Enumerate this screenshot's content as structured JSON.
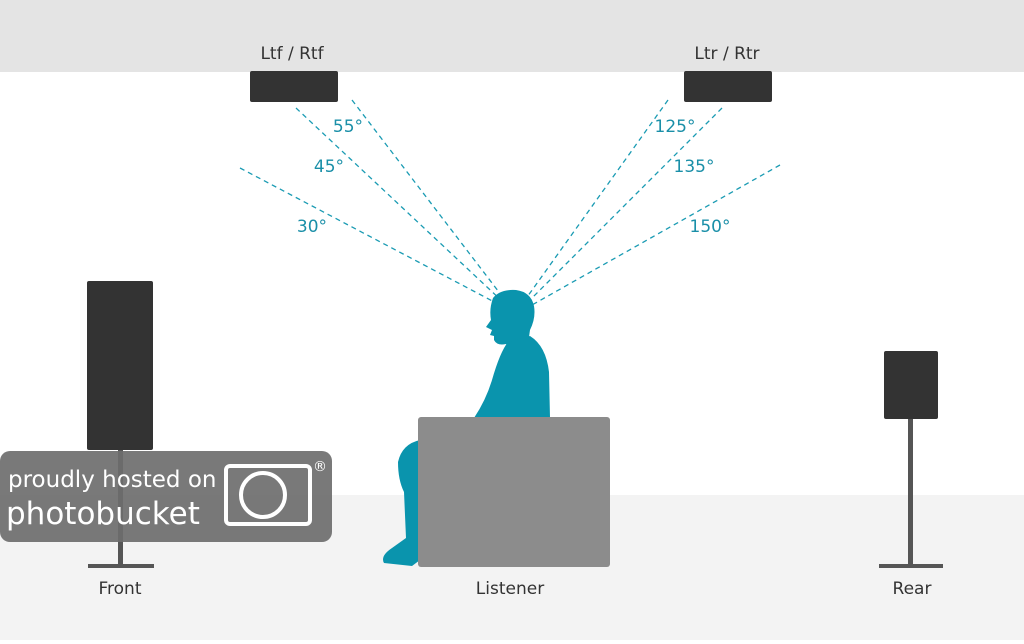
{
  "speakers": {
    "top_front_label": "Ltf / Rtf",
    "top_rear_label": "Ltr / Rtr",
    "front_label": "Front",
    "rear_label": "Rear"
  },
  "listener": {
    "label": "Listener"
  },
  "angles": {
    "front": [
      "55°",
      "45°",
      "30°"
    ],
    "rear": [
      "125°",
      "135°",
      "150°"
    ]
  },
  "watermark": {
    "line1": "proudly hosted on",
    "line2": "photobucket",
    "registered": "®"
  },
  "colors": {
    "ceiling": "#e4e4e4",
    "floor": "#f3f3f3",
    "speaker": "#333333",
    "stand": "#555555",
    "listener": "#0a94ad",
    "angle_label": "#1a8fa8",
    "chair": "#8c8c8c",
    "watermark_bg": "#6e6e6e"
  }
}
